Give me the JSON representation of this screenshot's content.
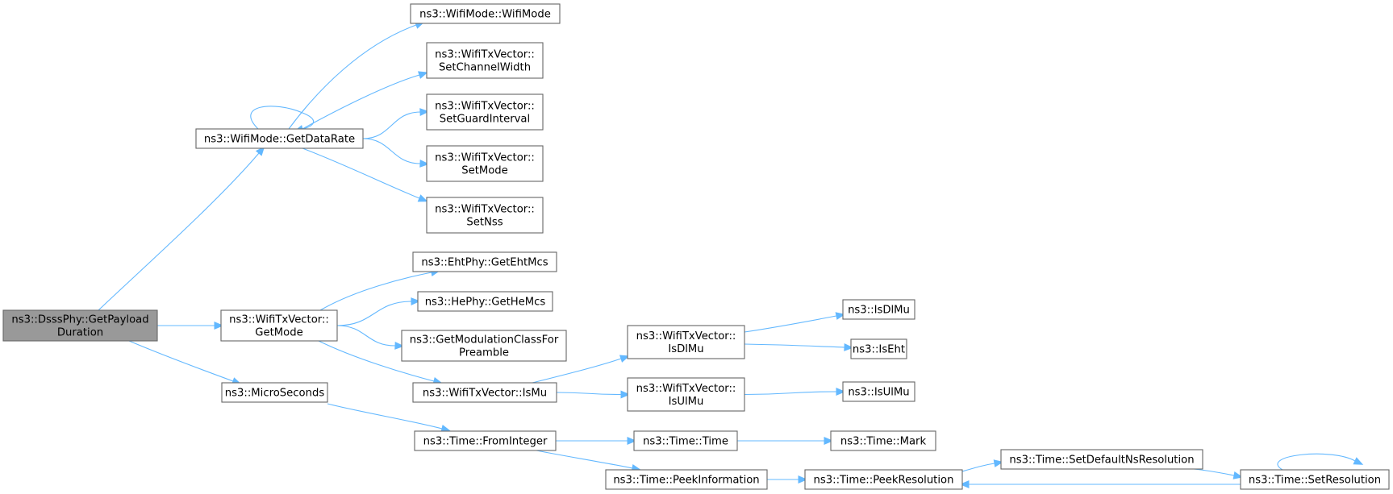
{
  "graph": {
    "colors": {
      "edge": "#63b8ff",
      "node_border": "#666666",
      "node_fill": "#ffffff",
      "root_fill": "#999999"
    },
    "nodes": [
      {
        "id": "root",
        "lines": [
          "ns3::DsssPhy::GetPayload",
          "Duration"
        ],
        "root": true
      },
      {
        "id": "getdatarate",
        "lines": [
          "ns3::WifiMode::GetDataRate"
        ]
      },
      {
        "id": "wifimode",
        "lines": [
          "ns3::WifiMode::WifiMode"
        ]
      },
      {
        "id": "setchannelwidth",
        "lines": [
          "ns3::WifiTxVector::",
          "SetChannelWidth"
        ]
      },
      {
        "id": "setguardinterval",
        "lines": [
          "ns3::WifiTxVector::",
          "SetGuardInterval"
        ]
      },
      {
        "id": "setmode",
        "lines": [
          "ns3::WifiTxVector::",
          "SetMode"
        ]
      },
      {
        "id": "setnss",
        "lines": [
          "ns3::WifiTxVector::",
          "SetNss"
        ]
      },
      {
        "id": "getmode",
        "lines": [
          "ns3::WifiTxVector::",
          "GetMode"
        ]
      },
      {
        "id": "getehtmcs",
        "lines": [
          "ns3::EhtPhy::GetEhtMcs"
        ]
      },
      {
        "id": "gethemcs",
        "lines": [
          "ns3::HePhy::GetHeMcs"
        ]
      },
      {
        "id": "getmodclass",
        "lines": [
          "ns3::GetModulationClassFor",
          "Preamble"
        ]
      },
      {
        "id": "ismu",
        "lines": [
          "ns3::WifiTxVector::IsMu"
        ]
      },
      {
        "id": "isdlmu_tx",
        "lines": [
          "ns3::WifiTxVector::",
          "IsDlMu"
        ]
      },
      {
        "id": "isulmu_tx",
        "lines": [
          "ns3::WifiTxVector::",
          "IsUlMu"
        ]
      },
      {
        "id": "isdlmu",
        "lines": [
          "ns3::IsDlMu"
        ]
      },
      {
        "id": "iseht",
        "lines": [
          "ns3::IsEht"
        ]
      },
      {
        "id": "isulmu",
        "lines": [
          "ns3::IsUlMu"
        ]
      },
      {
        "id": "microseconds",
        "lines": [
          "ns3::MicroSeconds"
        ]
      },
      {
        "id": "frominteger",
        "lines": [
          "ns3::Time::FromInteger"
        ]
      },
      {
        "id": "timetime",
        "lines": [
          "ns3::Time::Time"
        ]
      },
      {
        "id": "mark",
        "lines": [
          "ns3::Time::Mark"
        ]
      },
      {
        "id": "peekinformation",
        "lines": [
          "ns3::Time::PeekInformation"
        ]
      },
      {
        "id": "peekresolution",
        "lines": [
          "ns3::Time::PeekResolution"
        ]
      },
      {
        "id": "setdefaultnsres",
        "lines": [
          "ns3::Time::SetDefaultNsResolution"
        ]
      },
      {
        "id": "setresolution",
        "lines": [
          "ns3::Time::SetResolution"
        ]
      }
    ],
    "edges": [
      {
        "from": "root",
        "to": "getdatarate"
      },
      {
        "from": "root",
        "to": "getmode"
      },
      {
        "from": "root",
        "to": "microseconds"
      },
      {
        "from": "getdatarate",
        "to": "getdatarate"
      },
      {
        "from": "getdatarate",
        "to": "wifimode"
      },
      {
        "from": "getdatarate",
        "to": "setchannelwidth"
      },
      {
        "from": "getdatarate",
        "to": "setguardinterval"
      },
      {
        "from": "getdatarate",
        "to": "setmode"
      },
      {
        "from": "getdatarate",
        "to": "setnss"
      },
      {
        "from": "getmode",
        "to": "getehtmcs"
      },
      {
        "from": "getmode",
        "to": "gethemcs"
      },
      {
        "from": "getmode",
        "to": "getmodclass"
      },
      {
        "from": "getmode",
        "to": "ismu"
      },
      {
        "from": "ismu",
        "to": "isdlmu_tx"
      },
      {
        "from": "ismu",
        "to": "isulmu_tx"
      },
      {
        "from": "isdlmu_tx",
        "to": "isdlmu"
      },
      {
        "from": "isdlmu_tx",
        "to": "iseht"
      },
      {
        "from": "isulmu_tx",
        "to": "isulmu"
      },
      {
        "from": "microseconds",
        "to": "frominteger"
      },
      {
        "from": "frominteger",
        "to": "timetime"
      },
      {
        "from": "frominteger",
        "to": "peekinformation"
      },
      {
        "from": "timetime",
        "to": "mark"
      },
      {
        "from": "peekinformation",
        "to": "peekresolution"
      },
      {
        "from": "peekresolution",
        "to": "setdefaultnsres"
      },
      {
        "from": "setdefaultnsres",
        "to": "setresolution"
      },
      {
        "from": "setresolution",
        "to": "peekresolution"
      },
      {
        "from": "setresolution",
        "to": "setresolution"
      }
    ]
  }
}
